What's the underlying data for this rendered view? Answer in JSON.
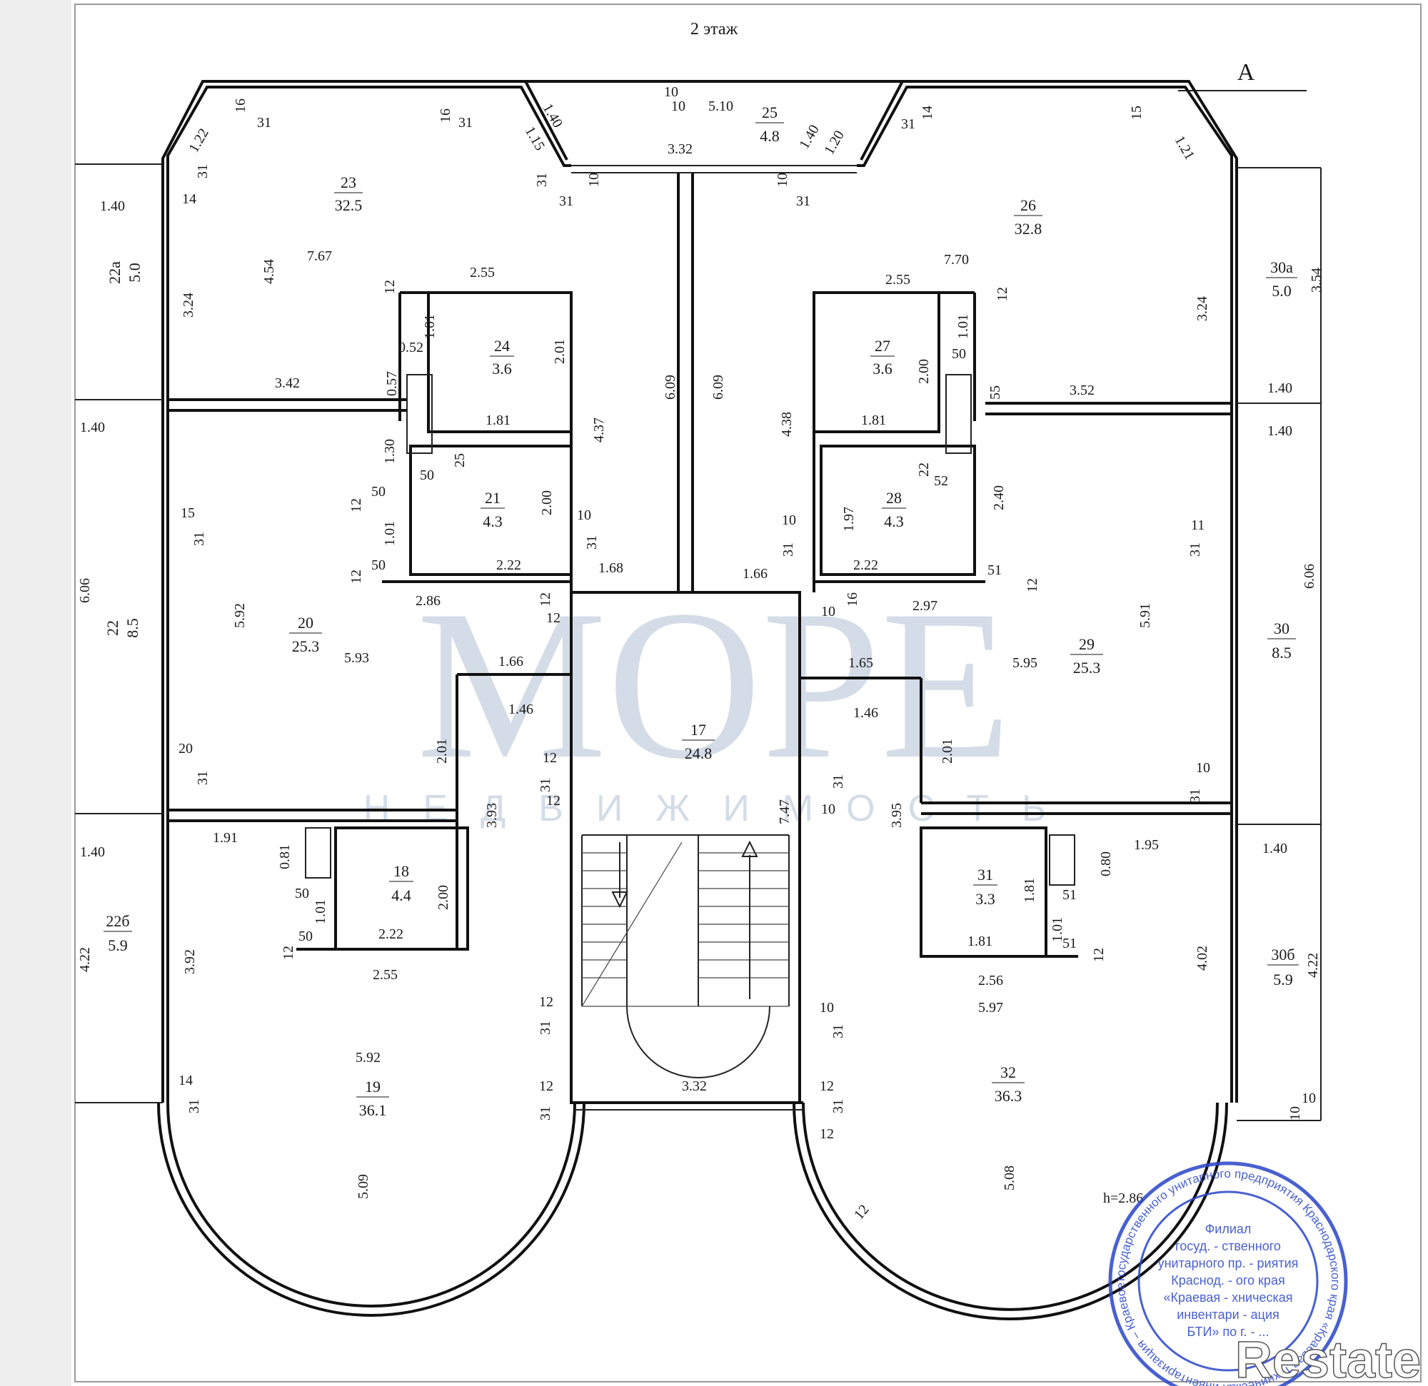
{
  "floor_title": "2 этаж",
  "axis_label": "А",
  "height_note": "h=2.86",
  "rooms": [
    {
      "id": "r23",
      "num": "23",
      "area": "32.5"
    },
    {
      "id": "r24",
      "num": "24",
      "area": "3.6"
    },
    {
      "id": "r25",
      "num": "25",
      "area": "4.8"
    },
    {
      "id": "r26",
      "num": "26",
      "area": "32.8"
    },
    {
      "id": "r27",
      "num": "27",
      "area": "3.6"
    },
    {
      "id": "r21",
      "num": "21",
      "area": "4.3"
    },
    {
      "id": "r28",
      "num": "28",
      "area": "4.3"
    },
    {
      "id": "r20",
      "num": "20",
      "area": "25.3"
    },
    {
      "id": "r29",
      "num": "29",
      "area": "25.3"
    },
    {
      "id": "r17",
      "num": "17",
      "area": "24.8"
    },
    {
      "id": "r18",
      "num": "18",
      "area": "4.4"
    },
    {
      "id": "r31",
      "num": "31",
      "area": "3.3"
    },
    {
      "id": "r19",
      "num": "19",
      "area": "36.1"
    },
    {
      "id": "r32",
      "num": "32",
      "area": "36.3"
    },
    {
      "id": "r22a",
      "num": "22а",
      "area": "5.0"
    },
    {
      "id": "r22",
      "num": "22",
      "area": "8.5"
    },
    {
      "id": "r22b",
      "num": "22б",
      "area": "5.9"
    },
    {
      "id": "r30a",
      "num": "30а",
      "area": "5.0"
    },
    {
      "id": "r30",
      "num": "30",
      "area": "8.5"
    },
    {
      "id": "r30b",
      "num": "30б",
      "area": "5.9"
    }
  ],
  "dimensions": {
    "d1": "10",
    "d2": "10",
    "d3": "5.10",
    "d4": "16",
    "d5": "31",
    "d6": "16",
    "d7": "31",
    "d8": "1.40",
    "d9": "1.15",
    "d10": "1.40",
    "d11": "1.20",
    "d12": "1.22",
    "d13": "31",
    "d14": "14",
    "d15": "31",
    "d16": "15",
    "d17": "1.21",
    "d18": "3.32",
    "d19": "31",
    "d20": "10",
    "d21": "10",
    "d22": "31",
    "d23": "31",
    "d24": "14",
    "d25": "1.40",
    "d26": "7.67",
    "d27": "4.54",
    "d28": "3.24",
    "d29": "2.55",
    "d30": "12",
    "d31": "1.01",
    "d32": "0.52",
    "d33": "0.57",
    "d34": "3.42",
    "d35": "2.01",
    "d36": "1.81",
    "d37": "4.37",
    "d38": "6.09",
    "d39": "6.09",
    "d40": "7.70",
    "d41": "2.55",
    "d42": "12",
    "d43": "1.01",
    "d44": "50",
    "d45": "55",
    "d46": "3.52",
    "d47": "2.00",
    "d48": "1.81",
    "d49": "4.38",
    "d50": "3.24",
    "d51": "3.54",
    "d52": "1.40",
    "d53": "1.40",
    "d54": "1.30",
    "d55": "25",
    "d56": "50",
    "d57": "12",
    "d58": "50",
    "d59": "1.01",
    "d60": "2.00",
    "d61": "10",
    "d62": "31",
    "d63": "12",
    "d64": "50",
    "d65": "2.22",
    "d66": "15",
    "d67": "31",
    "d68": "1.68",
    "d69": "1.66",
    "d70": "2.86",
    "d71": "12",
    "d72": "16",
    "d73": "10",
    "d74": "2.97",
    "d75": "2.22",
    "d76": "51",
    "d77": "12",
    "d78": "1.97",
    "d79": "22",
    "d80": "52",
    "d81": "2.40",
    "d82": "10",
    "d83": "31",
    "d84": "11",
    "d85": "31",
    "d86": "6.06",
    "d87": "6.06",
    "d88": "5.92",
    "d89": "5.93",
    "d90": "1.66",
    "d91": "12",
    "d92": "1.65",
    "d93": "5.95",
    "d94": "5.91",
    "d95": "1.46",
    "d96": "1.46",
    "d97": "2.01",
    "d98": "2.01",
    "d99": "12",
    "d100": "20",
    "d101": "31",
    "d102": "31",
    "d103": "12",
    "d104": "31",
    "d105": "10",
    "d106": "10",
    "d107": "31",
    "d108": "3.93",
    "d109": "7.47",
    "d110": "3.95",
    "d111": "1.91",
    "d112": "0.81",
    "d113": "50",
    "d114": "1.01",
    "d115": "50",
    "d116": "12",
    "d117": "2.00",
    "d118": "2.22",
    "d119": "1.40",
    "d120": "1.40",
    "d121": "0.80",
    "d122": "1.95",
    "d123": "1.81",
    "d124": "51",
    "d125": "1.01",
    "d126": "51",
    "d127": "12",
    "d128": "1.81",
    "d129": "4.22",
    "d130": "3.92",
    "d131": "2.55",
    "d132": "2.56",
    "d133": "5.97",
    "d134": "4.02",
    "d135": "4.22",
    "d136": "12",
    "d137": "31",
    "d138": "10",
    "d139": "31",
    "d140": "5.92",
    "d141": "3.32",
    "d142": "14",
    "d143": "31",
    "d144": "12",
    "d145": "31",
    "d146": "12",
    "d147": "12",
    "d148": "31",
    "d149": "10",
    "d150": "10",
    "d151": "5.09",
    "d152": "5.08",
    "d153": "12",
    "d154": "1.40"
  },
  "watermark": {
    "main": "МОРЕ",
    "sub": "НЕДВИЖИМОСТЬ"
  },
  "stamp": {
    "ring": "государственного унитарного предприятия Краснодарского края «Краевая техническая инвентаризация – Краевое БТИ»",
    "lines": [
      "Филиал",
      "госуд. - ственного",
      "унитарного пр. - риятия",
      "Краснод. - ого края",
      "«Краевая - хническая",
      "инвентари - ация",
      "БТИ» по г. - ..."
    ]
  },
  "brand": "Restate"
}
